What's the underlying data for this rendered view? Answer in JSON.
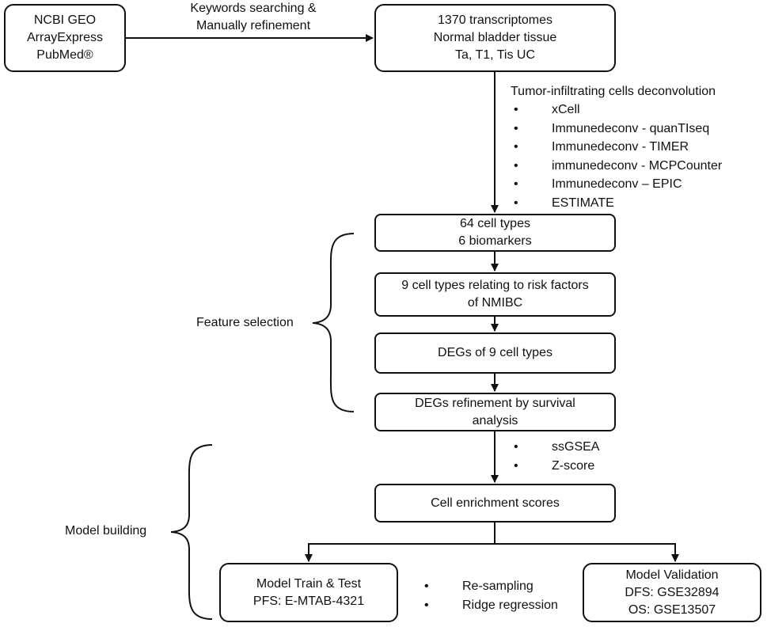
{
  "sources": {
    "lines": [
      "NCBI GEO",
      "ArrayExpress",
      "PubMed®"
    ]
  },
  "search_label": {
    "lines": [
      "Keywords searching &",
      "Manually refinement"
    ]
  },
  "transcriptomes": {
    "lines": [
      "1370 transcriptomes",
      "Normal bladder tissue",
      "Ta, T1, Tis UC"
    ]
  },
  "deconvolution": {
    "title": "Tumor-infiltrating cells deconvolution",
    "methods": [
      "xCell",
      "Immunedeconv - quanTIseq",
      "Immunedeconv - TIMER",
      "immunedeconv - MCPCounter",
      "Immunedeconv – EPIC",
      "ESTIMATE"
    ]
  },
  "cell_types": {
    "lines": [
      "64 cell types",
      "6 biomarkers"
    ]
  },
  "risk_factors": {
    "lines": [
      "9 cell types relating to risk factors",
      "of NMIBC"
    ]
  },
  "degs": {
    "lines": [
      "DEGs of 9 cell types"
    ]
  },
  "degs_refinement": {
    "lines": [
      "DEGs refinement by survival",
      "analysis"
    ]
  },
  "scoring_methods": [
    "ssGSEA",
    "Z-score"
  ],
  "enrichment": {
    "lines": [
      "Cell enrichment scores"
    ]
  },
  "train_test": {
    "lines": [
      "Model Train & Test",
      "PFS: E-MTAB-4321"
    ]
  },
  "training_methods": [
    "Re-sampling",
    "Ridge regression"
  ],
  "validation": {
    "lines": [
      "Model Validation",
      "DFS: GSE32894",
      "OS: GSE13507"
    ]
  },
  "groups": {
    "feature_selection": "Feature selection",
    "model_building": "Model building"
  }
}
